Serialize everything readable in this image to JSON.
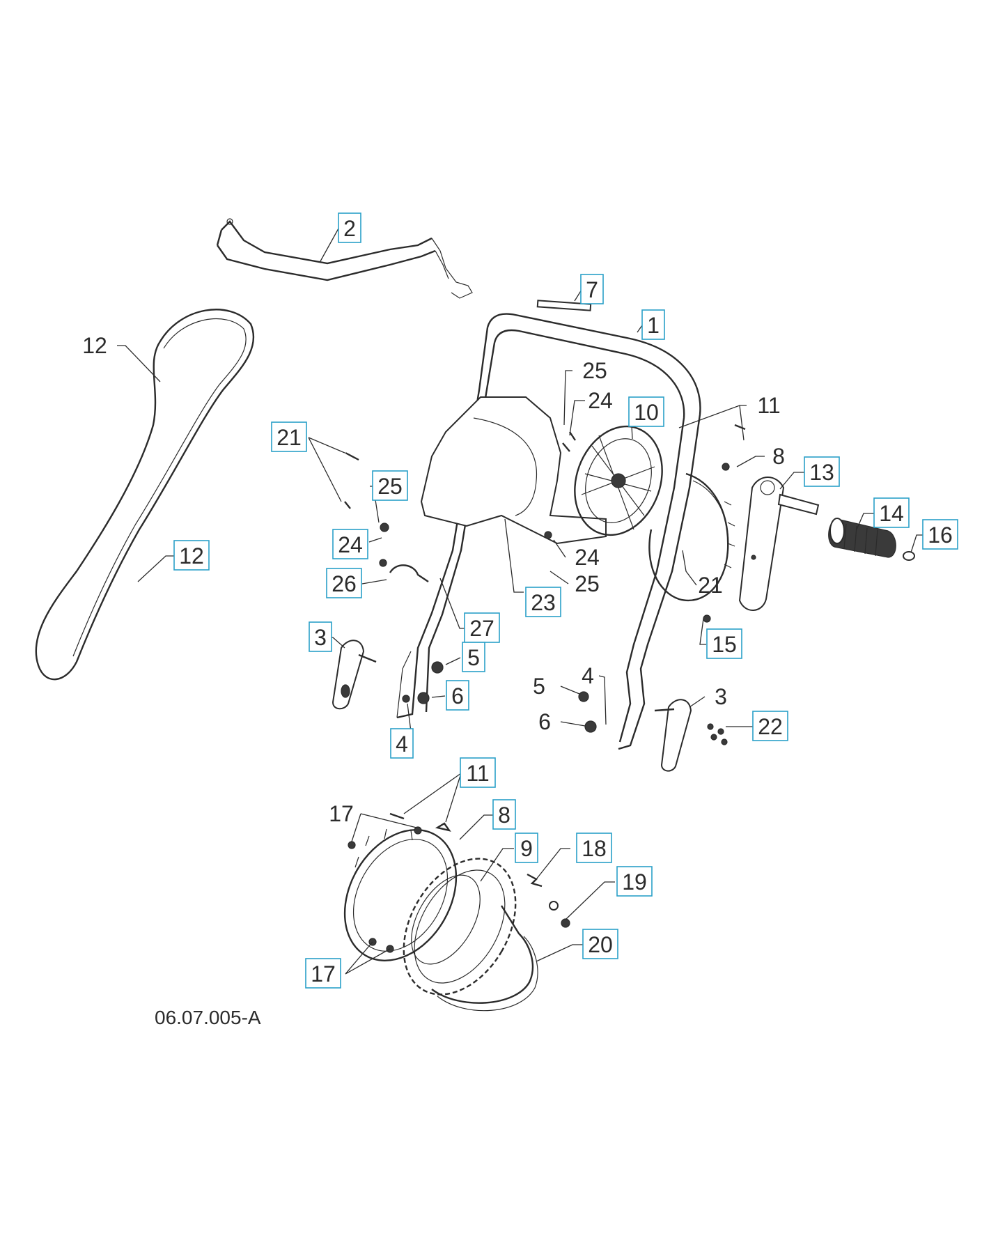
{
  "drawing_code": "06.07.005-A",
  "callouts": [
    {
      "id": "c2",
      "label": "2",
      "boxed": true
    },
    {
      "id": "c7",
      "label": "7",
      "boxed": true
    },
    {
      "id": "c1",
      "label": "1",
      "boxed": true
    },
    {
      "id": "c12a",
      "label": "12",
      "boxed": false
    },
    {
      "id": "c12b",
      "label": "12",
      "boxed": true
    },
    {
      "id": "c25a",
      "label": "25",
      "boxed": false
    },
    {
      "id": "c24a",
      "label": "24",
      "boxed": false
    },
    {
      "id": "c10",
      "label": "10",
      "boxed": true
    },
    {
      "id": "c11a",
      "label": "11",
      "boxed": false
    },
    {
      "id": "c8a",
      "label": "8",
      "boxed": false
    },
    {
      "id": "c13",
      "label": "13",
      "boxed": true
    },
    {
      "id": "c14",
      "label": "14",
      "boxed": true
    },
    {
      "id": "c16",
      "label": "16",
      "boxed": true
    },
    {
      "id": "c21a",
      "label": "21",
      "boxed": true
    },
    {
      "id": "c25b",
      "label": "25",
      "boxed": true
    },
    {
      "id": "c24b",
      "label": "24",
      "boxed": true
    },
    {
      "id": "c26",
      "label": "26",
      "boxed": true
    },
    {
      "id": "c24c",
      "label": "24",
      "boxed": false
    },
    {
      "id": "c25c",
      "label": "25",
      "boxed": false
    },
    {
      "id": "c23",
      "label": "23",
      "boxed": true
    },
    {
      "id": "c21b",
      "label": "21",
      "boxed": false
    },
    {
      "id": "c27",
      "label": "27",
      "boxed": true
    },
    {
      "id": "c15",
      "label": "15",
      "boxed": true
    },
    {
      "id": "c3a",
      "label": "3",
      "boxed": true
    },
    {
      "id": "c5a",
      "label": "5",
      "boxed": true
    },
    {
      "id": "c6a",
      "label": "6",
      "boxed": true
    },
    {
      "id": "c4a",
      "label": "4",
      "boxed": true
    },
    {
      "id": "c5b",
      "label": "5",
      "boxed": false
    },
    {
      "id": "c4b",
      "label": "4",
      "boxed": false
    },
    {
      "id": "c6b",
      "label": "6",
      "boxed": false
    },
    {
      "id": "c3b",
      "label": "3",
      "boxed": false
    },
    {
      "id": "c22",
      "label": "22",
      "boxed": true
    },
    {
      "id": "c11b",
      "label": "11",
      "boxed": true
    },
    {
      "id": "c17a",
      "label": "17",
      "boxed": false
    },
    {
      "id": "c8b",
      "label": "8",
      "boxed": true
    },
    {
      "id": "c9",
      "label": "9",
      "boxed": true
    },
    {
      "id": "c18",
      "label": "18",
      "boxed": true
    },
    {
      "id": "c19",
      "label": "19",
      "boxed": true
    },
    {
      "id": "c20",
      "label": "20",
      "boxed": true
    },
    {
      "id": "c17b",
      "label": "17",
      "boxed": true
    }
  ]
}
